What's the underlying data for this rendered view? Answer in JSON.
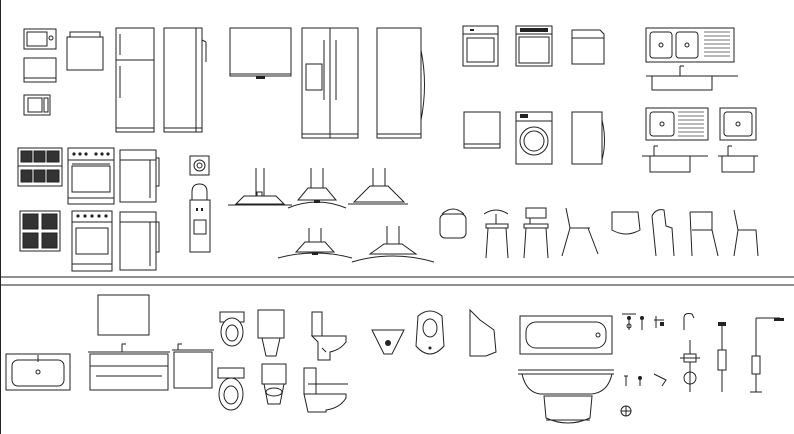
{
  "sections": [
    {
      "id": "kitchen",
      "blocks": [
        "microwave-1",
        "microwave-2",
        "microwave-3",
        "toaster",
        "fridge-top-freezer",
        "fridge-bottom-freezer",
        "tv-panel",
        "fridge-side-by-side",
        "fridge-single-door",
        "gas-cooktop-6",
        "range-oven-6",
        "oven-side-1",
        "gas-cooktop-4",
        "range-oven-4",
        "oven-side-2",
        "water-dispenser",
        "range-hood-box",
        "range-hood-curved-1",
        "range-hood-chimney-1",
        "range-hood-curved-2",
        "range-hood-chimney-2",
        "dishwasher-front",
        "washer-top-load",
        "dryer-side",
        "washer-box",
        "front-load-washer",
        "dryer-side-2",
        "double-sink",
        "sink-drainboard",
        "single-sink",
        "chair-1",
        "chair-2",
        "chair-3",
        "chair-4",
        "chair-5",
        "chair-6",
        "chair-7",
        "chair-8"
      ]
    },
    {
      "id": "bathroom",
      "blocks": [
        "vanity-basin-plan",
        "bathroom-mirror",
        "vanity-cabinet",
        "small-vanity",
        "toilet-plan-1",
        "toilet-side-1",
        "toilet-close-coupled",
        "toilet-plan-2",
        "toilet-side-2",
        "toilet-side-3",
        "corner-sink",
        "urinal-front",
        "urinal-side",
        "bathtub-plan",
        "bathtub-front",
        "bath-basin",
        "faucet-set",
        "shower-mixer",
        "shower-column"
      ]
    }
  ]
}
